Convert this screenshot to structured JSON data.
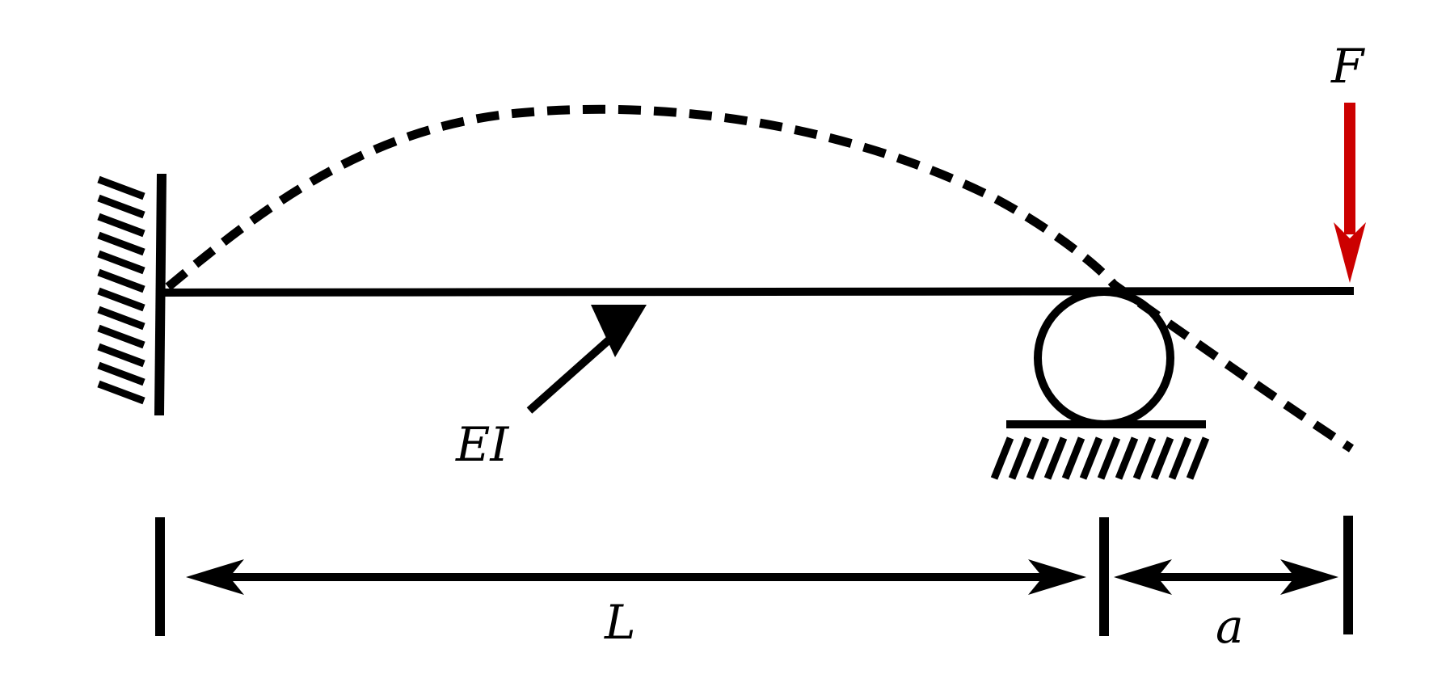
{
  "labels": {
    "force": "F",
    "flexural_rigidity": "EI",
    "span_length": "L",
    "overhang_length": "a"
  },
  "colors": {
    "stroke": "#000000",
    "force_arrow": "#cc0000",
    "background": "#ffffff"
  },
  "components": {
    "left_support": "fixed-wall",
    "right_support": "roller",
    "load": "point-force-downward",
    "deflection": "dashed-deflected-shape"
  }
}
